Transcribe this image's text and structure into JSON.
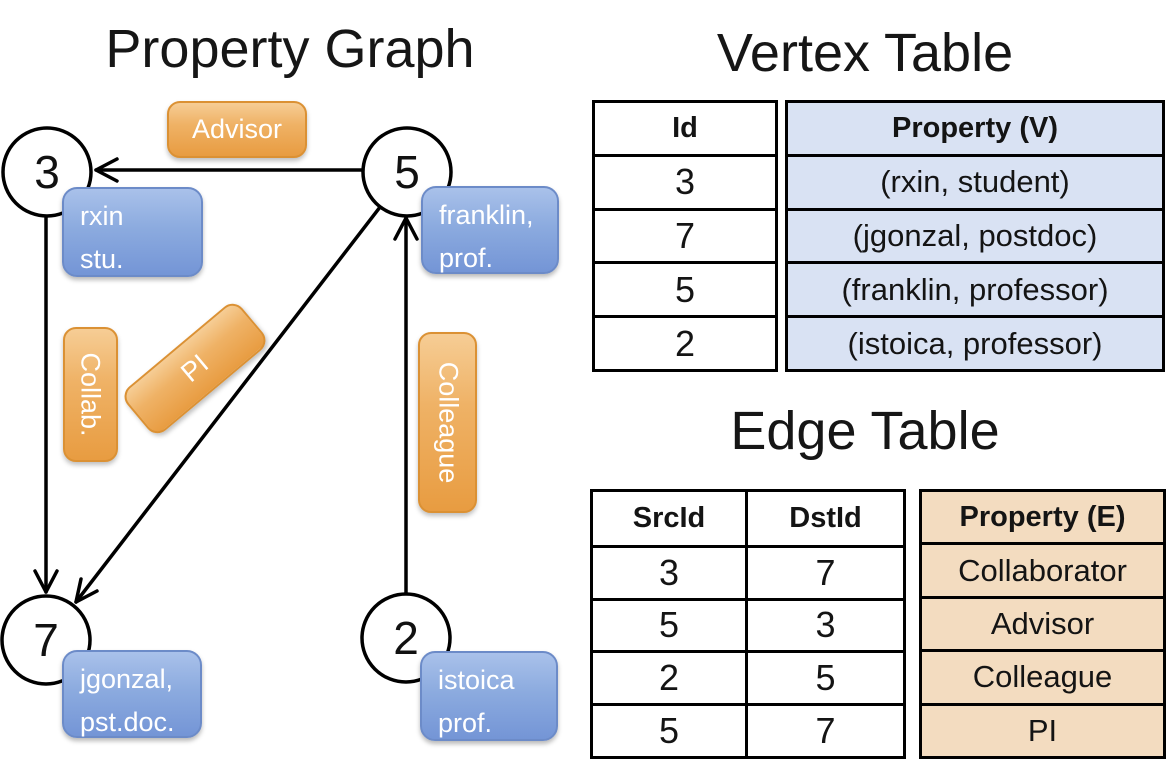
{
  "graph": {
    "title": "Property Graph",
    "nodes": [
      {
        "id": "3",
        "prop_line1": "rxin",
        "prop_line2": "stu."
      },
      {
        "id": "5",
        "prop_line1": "franklin,",
        "prop_line2": "prof."
      },
      {
        "id": "7",
        "prop_line1": "jgonzal,",
        "prop_line2": "pst.doc."
      },
      {
        "id": "2",
        "prop_line1": "istoica",
        "prop_line2": "prof."
      }
    ],
    "edges": [
      {
        "label": "Advisor",
        "src": "5",
        "dst": "3"
      },
      {
        "label": "Collab.",
        "src": "3",
        "dst": "7"
      },
      {
        "label": "PI",
        "src": "5",
        "dst": "7"
      },
      {
        "label": "Colleague",
        "src": "2",
        "dst": "5"
      }
    ]
  },
  "vertex_table": {
    "title": "Vertex Table",
    "col_id": "Id",
    "col_property": "Property (V)",
    "rows": [
      {
        "id": "3",
        "property": "(rxin, student)"
      },
      {
        "id": "7",
        "property": "(jgonzal, postdoc)"
      },
      {
        "id": "5",
        "property": "(franklin, professor)"
      },
      {
        "id": "2",
        "property": "(istoica, professor)"
      }
    ]
  },
  "edge_table": {
    "title": "Edge Table",
    "col_src": "SrcId",
    "col_dst": "DstId",
    "col_property": "Property (E)",
    "rows": [
      {
        "src": "3",
        "dst": "7",
        "property": "Collaborator"
      },
      {
        "src": "5",
        "dst": "3",
        "property": "Advisor"
      },
      {
        "src": "2",
        "dst": "5",
        "property": "Colleague"
      },
      {
        "src": "5",
        "dst": "7",
        "property": "PI"
      }
    ]
  },
  "colors": {
    "edge_label_orange": "#E89C41",
    "node_label_blue": "#7495D6",
    "vertex_property_fill": "#D9E2F3",
    "edge_property_fill": "#F3DCC0",
    "line_black": "#000000"
  }
}
